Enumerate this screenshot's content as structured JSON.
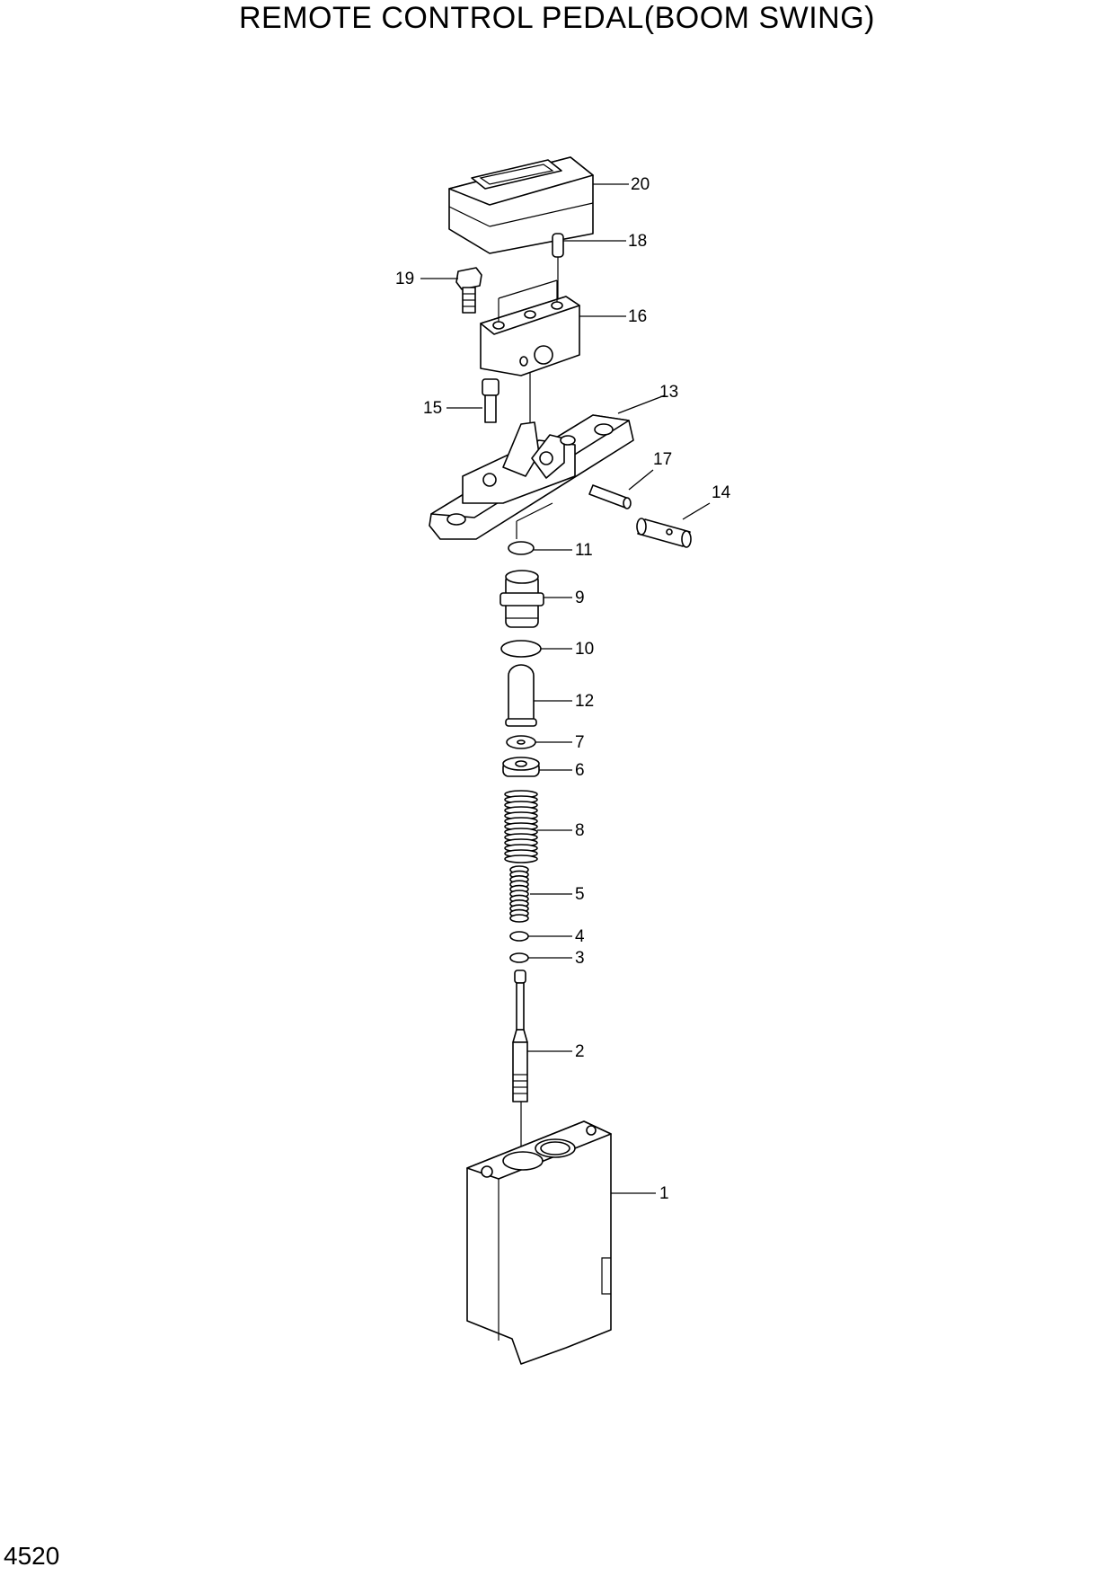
{
  "title": "REMOTE CONTROL PEDAL(BOOM SWING)",
  "page_number": "4520",
  "callouts": {
    "c1": "1",
    "c2": "2",
    "c3": "3",
    "c4": "4",
    "c5": "5",
    "c6": "6",
    "c7": "7",
    "c8": "8",
    "c9": "9",
    "c10": "10",
    "c11": "11",
    "c12": "12",
    "c13": "13",
    "c14": "14",
    "c15": "15",
    "c16": "16",
    "c17": "17",
    "c18": "18",
    "c19": "19",
    "c20": "20"
  }
}
